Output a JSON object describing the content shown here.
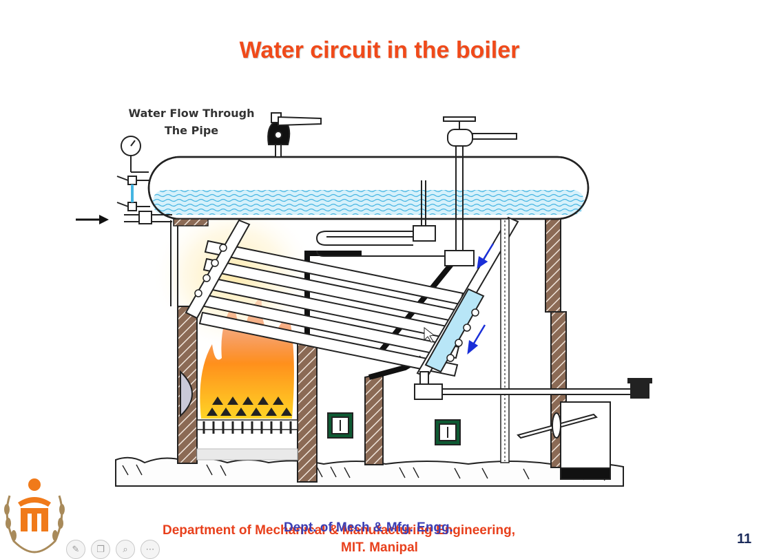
{
  "slide": {
    "title": "Water circuit in the boiler",
    "diagram_label": "Water Flow Through\nThe Pipe",
    "footer_department_line1": "Department of Mechanical & Manufacturing Engineering,",
    "footer_department_line2": "MIT. Manipal",
    "footer_overlay": "Dept. of Mech & Mfg. Engg.",
    "page_number": "11"
  },
  "colors": {
    "title": "#f04a1a",
    "footer_red": "#e8401c",
    "footer_blue": "#3b3fb5",
    "water": "#5fc3e8",
    "flow_arrow": "#1a2fd8",
    "brick": "#8b6a55"
  },
  "icons": {
    "logo": "institute-logo-icon",
    "toolbar": [
      "pen-icon",
      "copy-icon",
      "zoom-icon",
      "more-icon"
    ]
  }
}
